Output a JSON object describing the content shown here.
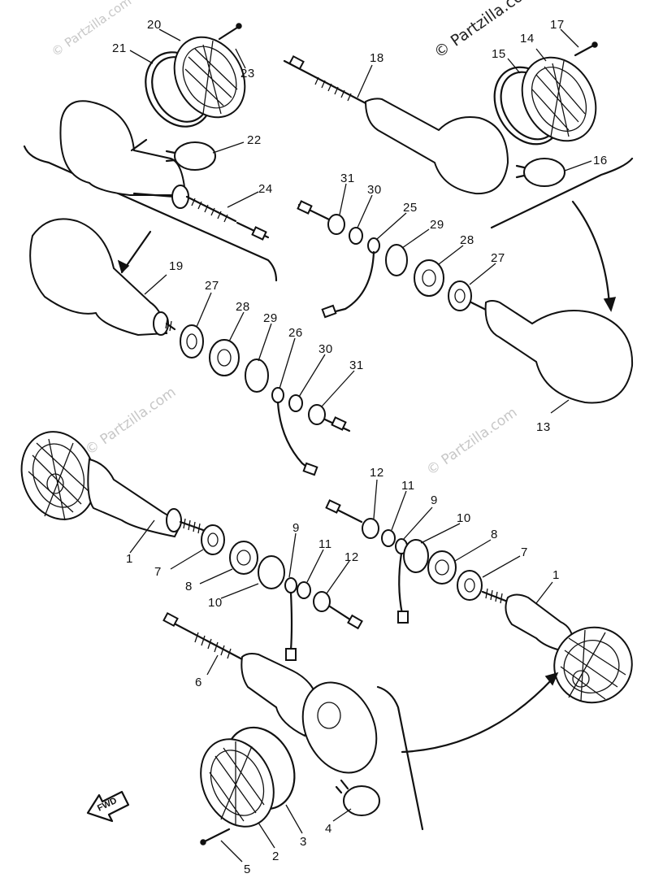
{
  "watermarks": {
    "main": "© Partzilla.com",
    "faint": "© Partzilla.com"
  },
  "fwd_label": "FWD",
  "callouts": [
    "1",
    "1",
    "2",
    "3",
    "4",
    "5",
    "6",
    "7",
    "7",
    "8",
    "8",
    "9",
    "9",
    "10",
    "10",
    "11",
    "11",
    "12",
    "12",
    "13",
    "14",
    "15",
    "16",
    "17",
    "18",
    "19",
    "20",
    "21",
    "22",
    "23",
    "24",
    "25",
    "26",
    "27",
    "27",
    "28",
    "28",
    "29",
    "29",
    "30",
    "30",
    "31",
    "31"
  ]
}
